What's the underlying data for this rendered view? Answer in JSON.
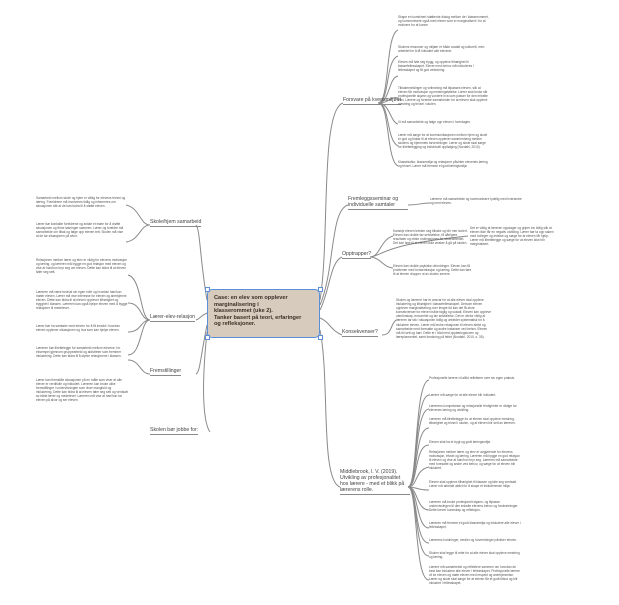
{
  "central": {
    "lines": [
      "Case: en elev som opplever",
      "marginalisering i",
      "klasserommet (uke 2).",
      "Tanker basert på teori, erfaringer",
      "og refleksjoner."
    ]
  },
  "branches": {
    "forsvare": "Forsvare på kvensmiljøet",
    "fremleggsseminar": "Fremleggsseminar og individuelle samtaler",
    "opptrapper": "Opptrapper?",
    "konsekvenser": "Konsekvenser?",
    "middlebrook": "Middlebrook, l. V. (2019). Utvikling av profesjonalitet hos lærere - med et blikk på lærerens rolle.",
    "skolehjem": "Skole/hjem samarbeid",
    "larerelev": "Lærer-elev-relasjon",
    "fremstilling": "Fremstillinger",
    "skolen": "Skolen bør jobbe for:"
  },
  "leaves": {
    "forsvare": [
      "Skape en kombinert støttende dialog mellom de i klasserommet, og kommunisere også med elever som er marginalisert i\nfor at motivere\nfor at kunne",
      "Skolens ressurser og miljøer er både sosialt og kulturelt, men arbeidet for å få inkludert alle elevene.",
      "Eleven må føle seg trygg, og oppleve tilhørighet til klassefellesskapet.\nElever med behov må inkluderes i fellesskapet og\nfå god veiledning.",
      "Tilbakemeldinger og veiledning må tilpasses eleven, slik at eleven får motivasjon og mestringsfølelse. Lærer skal bruke sitt profesjonelle skjønn og vurdere hva som passer for den enkelte elev. Lærere og foreldre samarbeider for at eleven skal oppleve mestring og trivsel i skolen.",
      "Vi må samarbeide og følge opp eleven i\nhverdagen.",
      "Lærer må sørge for at kommunikasjonen mellom hjem og skole er god og bidrar til at eleven opplever\nsammenheng mellom skolens og hjemmets forventninger. Lærer og skole skal sørge for\ntilrettelegging og individuell oppfølging\n(Nordahl, 2010).",
      "Klassekultur, klassemiljø og relasjoner påvirker elevenes læring og trivsel. Lærer må\nfremme et godt læringsmiljø."
    ],
    "fremleggsseminar": "Lærerne må samarbeide og kommunisere tydelig med hverandre\nog med eleven.",
    "opptrapper": [
      "Kanskje eleven trekker seg tilbake og blir mer isolert. Eleven kan utvikle lav selvfølelse, få dårligere resultater\nog miste motivasjonen for skolearbeidet.\nDet kan føre til at eleven\nikke ønsker å gå på skolen.",
      "Det er viktig at læreren oppdager og griper inn tidlig slik at eleven ikke får\nen negativ utvikling. Lærer bør ta opp saken med kolleger og ledelse og\nsørge for at eleven får\nhjelp. Lærer må tilrettelegge\nog sørge for at eleven ikke blir marginalisert.",
      "Eleven kan utvikle psykiske utfordringer. Eleven kan få problemer med konsentrasjon og læring. Dette kan føre til\nat eleven dropper ut av skolen senere."
    ],
    "konsekvenser": "Skolen og lærerne har et ansvar for at alle elever skal oppleve inkludering og tilhørighet i klassefellesskapet. Dersom eleven opplever marginalisering over lengre tid kan det få store konsekvenser for eleven både faglig og sosialt. Eleven kan oppleve utenforskap, ensomhet og lav selvfølelse. Det er derfor viktig at læreren tar tak i situasjonen tidlig og arbeider systematisk for å inkludere eleven. Lærer må bruke relasjonen til eleven aktivt og samarbeide med foresatte og andre instanser ved behov. Eleven må bli sett og hørt. Dette er i tråd med opplæringsloven og læreplanverket, samt forskning på feltet (Nordahl, 2010, s. 35).",
    "middlebrook": [
      "Profesjonelle lærere vil alltid reflektere over sin egen praksis.",
      "Lærere må sørge for at alle elever blir inkludert.",
      "Lærerens kompetanse og relasjonelle ferdigheter er viktige for elevenes læring og utvikling.",
      "Læreren må tilrettelegge for at eleven skal oppleve mestring, tilhørighet og trivsel i skolen, og at eleven blir sett av læreren.",
      "Eleven skal ha et trygt og godt læringsmiljø.",
      "Relasjonen mellom lærer og elev er avgjørende for elevens motivasjon, trivsel og læring. Læreren må bygge en god relasjon til eleven og vise at han/hun bryr seg. Læreren må samarbeide med foresatte og andre ved behov, og sørge for at eleven blir inkludert.",
      "Eleven skal oppleve tilhørighet til klassen og føle seg verdsatt. Lærer må arbeide aktivt for å skape et inkluderende miljø.",
      "Læreren må bruke profesjonelt skjønn, og tilpasse undervisningen til den enkelte elevens behov og forutsetninger. Dette krever kunnskap og refleksjon.",
      "Læreren må fremme et godt klassemiljø og inkludere alle elever i fellesskapet.",
      "Lærerens holdninger, verdier og forventninger påvirker eleven.",
      "Skolen skal legge til rette for at alle elever skal oppleve mestring og læring.",
      "Lærere må samarbeide og reflektere sammen om hvordan de best kan inkludere alle elever i fellesskapet. Profesjonelle lærere vil se eleven og møte eleven med respekt og anerkjennelse. Lærer og skole skal sørge for at eleven får et godt tilbud og blir inkludert i fellesskapet."
    ],
    "skolehjem": [
      "Samarbeid mellom skole og hjem er viktig for elevens trivsel og læring. Foreldrene må involveres tidlig og informeres om situasjonen slik at de kan bidra til å støtte eleven.",
      "Lærer bør kontakte foreldrene og avtale et møte for å drøfte situasjonen og finne løsninger sammen. Lærer og foreldre må\nsamarbeide om tiltak og følge opp eleven tett. Skolen må vise at de tar situasjonen på alvor."
    ],
    "larerelev": [
      "Relasjonen mellom lærer og elev er viktig for elevens motivasjon og læring, og læreren må bygge en god relasjon med eleven og\nvise at han/hun bryr seg om eleven. Dette kan bidra til at eleven føler seg sett.",
      "Læreren må være bevisst sin egen rolle og hvordan han/hun møter eleven. Lærer må vise interesse for eleven og anerkjenne eleven. Dette kan bidra til at eleven opplever tilhørighet og trygghet i klassen. Læreren kan også hjelpe eleven med å bygge relasjoner til medelever.",
      "Lærer bør ha samtaler med eleven for å få innsikt i hvordan eleven opplever situasjonen og hva som kan hjelpe eleven.",
      "Læreren bør tilrettelegge for samarbeid mellom elevene, for eksempel gjennom gruppearbeid og aktiviteter som fremmer inkludering. Dette kan bidra til å styrke relasjonene i klassen."
    ],
    "fremstilling": "Lærer kan fremstille situasjonen på en måte som viser at alle elever er verdifulle og inkludert. Læreren kan bruke ulike fremstillinger i undervisningen som viser mangfold og inkludering. Dette kan bidra til at eleven føler seg sett og verdsatt av både lærer og medelever. Læreren må vise at han/hun tar eleven på alvor og ser eleven."
  }
}
